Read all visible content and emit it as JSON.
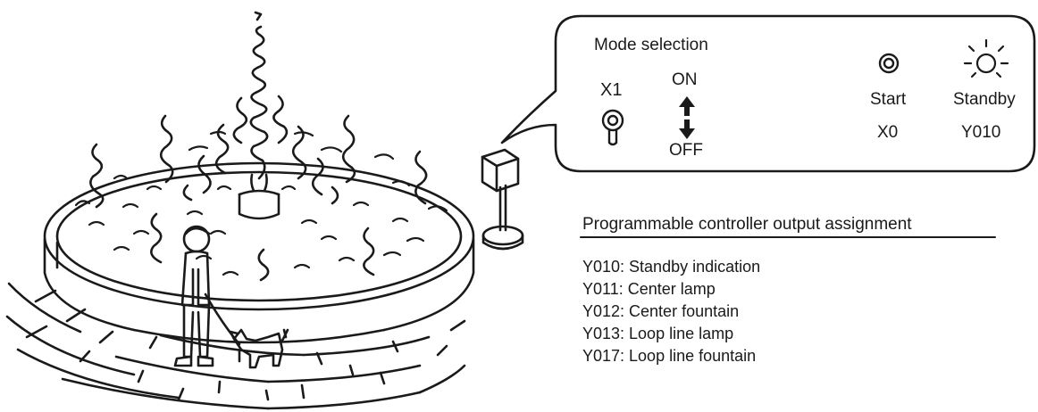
{
  "panel": {
    "mode_selection": "Mode selection",
    "x1": "X1",
    "on": "ON",
    "off": "OFF",
    "start": "Start",
    "x0": "X0",
    "standby": "Standby",
    "y010": "Y010"
  },
  "assignment": {
    "title": "Programmable controller output assignment",
    "items": [
      "Y010: Standby indication",
      "Y011: Center lamp",
      "Y012: Center fountain",
      "Y013: Loop line lamp",
      "Y017: Loop line fountain"
    ]
  },
  "icons": [
    "toggle-switch-icon",
    "up-down-arrow-icon",
    "push-button-icon",
    "lamp-icon"
  ]
}
